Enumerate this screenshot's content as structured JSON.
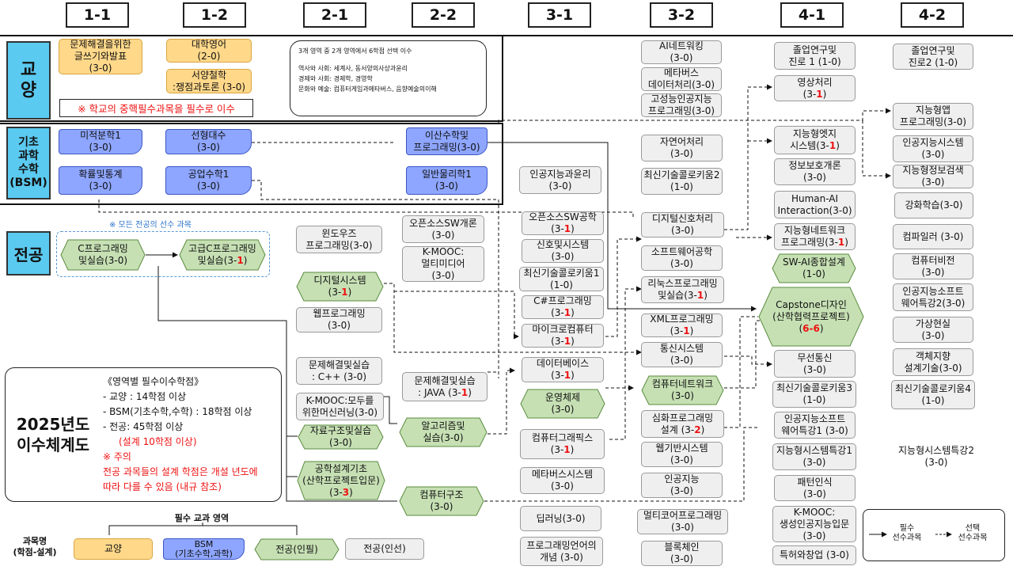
{
  "semesters": [
    "1-1",
    "1-2",
    "2-1",
    "2-2",
    "3-1",
    "3-2",
    "4-1",
    "4-2"
  ],
  "categories": {
    "gyoyang": "교\n양",
    "bsm": "기초\n과학\n수학\n(BSM)",
    "major": "전공"
  },
  "notes": {
    "gen_area_lines": [
      "3개 영역 중 2개 영역에서 6학점 선택 이수",
      "",
      "역사와 사회: 세계사, 동서양의사상과윤리",
      "경제와 사회: 경제학, 경영학",
      "문화와 예술: 컴퓨터게임과메타버스, 음향예술의이해"
    ],
    "required_note": "※ 학교의 중핵필수과목을 필수로 이수",
    "major_prereq": "※ 모든 전공의 선수 과목"
  },
  "req_box": {
    "title": "2025년도\n이수체계도",
    "heading": "《영역별 필수이수학점》",
    "l1": "- 교양 : 14학점 이상",
    "l2": "- BSM(기초수학,수학) : 18학점 이상",
    "l3": "- 전공: 45학점 이상",
    "l4": "(설계 10학점 이상)",
    "l5": "※ 주의",
    "l6": "전공 과목들의 설계 학점은 개설 년도에",
    "l7": "따라 다를 수 있음 (내규 참조)"
  },
  "courses": {
    "c1": "문제해결을위한\n글쓰기와발표\n(3-0)",
    "c2": "대학영어\n(2-0)",
    "c3": "서양철학\n:쟁점과토론 (3-0)",
    "c4": "미적분학1\n(3-0)",
    "c5": "확률및통계\n(3-0)",
    "c6": "선형대수\n(3-0)",
    "c7": "공업수학1\n(3-0)",
    "c8": "이산수학및\n프로그래밍(3-0)",
    "c9": "일반물리학1\n(3-0)",
    "c10": "C프로그래밍\n및실습(3-0)",
    "c11a": "고급C프로그래밍\n및실습(3-",
    "c11r": "1",
    "c11b": ")",
    "c12": "윈도우즈\n프로그래밍(3-0)",
    "c13a": "디지털시스템\n(3-",
    "c13r": "1",
    "c13b": ")",
    "c14": "웹프로그래밍\n(3-0)",
    "c15": "문제해결및실습\n: C++ (3-0)",
    "c16": "K-MOOC:모두를\n위한머신러닝(3-0)",
    "c17": "자료구조및실습\n(3-0)",
    "c18a": "공학설계기초\n(산학프로젝트입문)\n(3-",
    "c18r": "3",
    "c18b": ")",
    "c19": "오픈소스SW개론\n(3-0)",
    "c20": "K-MOOC:\n멀티미디어\n(3-0)",
    "c21a": "문제해결및실습\n: JAVA (3-",
    "c21r": "1",
    "c21b": ")",
    "c22": "알고리즘및\n실습(3-0)",
    "c23": "컴퓨터구조\n(3-0)",
    "c24": "인공지능과윤리\n(3-0)",
    "c25a": "오픈소스SW공학\n(3-",
    "c25r": "1",
    "c25b": ")",
    "c26": "신호및시스템\n(3-0)",
    "c27": "최신기술콜로키움1\n(1-0)",
    "c28a": "C#프로그래밍\n(3-",
    "c28r": "1",
    "c28b": ")",
    "c29a": "마이크로컴퓨터\n(3-",
    "c29r": "1",
    "c29b": ")",
    "c30a": "데이터베이스\n(3-",
    "c30r": "1",
    "c30b": ")",
    "c31": "운영체제\n(3-0)",
    "c32a": "컴퓨터그래픽스\n(3-",
    "c32r": "1",
    "c32b": ")",
    "c33": "메타버스시스템\n(3-0)",
    "c34": "딥러닝(3-0)",
    "c35": "프로그래밍언어의\n개념 (3-0)",
    "c36": "AI네트워킹\n(3-0)",
    "c37": "메타버스\n데이터처리(3-0)",
    "c38": "고성능인공지능\n프로그래밍(3-0)",
    "c39": "자연어처리\n(3-0)",
    "c40": "최신기술콜로키움2\n(1-0)",
    "c41": "디지털신호처리\n(3-0)",
    "c42": "소프트웨어공학\n(3-0)",
    "c43a": "리눅스프로그래밍\n및실습(3-",
    "c43r": "1",
    "c43b": ")",
    "c44a": "XML프로그래밍\n(3-",
    "c44r": "1",
    "c44b": ")",
    "c45": "통신시스템\n(3-0)",
    "c46": "컴퓨터네트워크\n(3-0)",
    "c47a": "심화프로그래밍\n설계 (3-",
    "c47r": "2",
    "c47b": ")",
    "c48": "웹기반시스템\n(3-0)",
    "c49": "인공지능\n(3-0)",
    "c50": "멀티코어프로그래밍\n(3-0)",
    "c51": "블록체인\n(3-0)",
    "c52": "졸업연구및\n진로 1 (1-0)",
    "c53a": "영상처리\n(3-",
    "c53r": "1",
    "c53b": ")",
    "c54a": "지능형엣지\n시스템(3-",
    "c54r": "1",
    "c54b": ")",
    "c55": "정보보호개론\n(3-0)",
    "c56": "Human-AI\nInteraction(3-0)",
    "c57a": "지능형네트워크\n프로그래밍(3-",
    "c57r": "1",
    "c57b": ")",
    "c58": "SW-AI종합설계\n(1-0)",
    "c59a": "Capstone디자인\n(산학협력프로젝트)\n(",
    "c59r": "6-6",
    "c59b": ")",
    "c60": "무선통신\n(3-0)",
    "c61": "최신기술콜로키움3\n(1-0)",
    "c62": "인공지능소프트\n웨어특강1 (3-0)",
    "c63": "지능형시스템특강1\n(3-0)",
    "c64": "패턴인식\n(3-0)",
    "c65": "K-MOOC:\n생성인공지능입문\n(3-0)",
    "c66": "특허와창업 (3-0)",
    "c67": "졸업연구및\n진로2 (1-0)",
    "c68": "지능형앱\n프로그래밍(3-0)",
    "c69": "인공지능시스템\n(3-0)",
    "c70": "지능형정보검색\n(3-0)",
    "c71": "강화학습(3-0)",
    "c72": "컴파일러 (3-0)",
    "c73": "컴퓨터비전\n(3-0)",
    "c74": "인공지능소프트\n웨어특강2(3-0)",
    "c75": "가상현실\n(3-0)",
    "c76": "객체지향\n설계기술(3-0)",
    "c77": "최신기술콜로키움4\n(1-0)",
    "c78": "지능형시스템특강2\n(3-0)"
  },
  "legend": {
    "label": "과목명\n(학점-설계)",
    "area_title": "필수 교과 영역",
    "gyoyang": "교양",
    "bsm": "BSM\n(기초수학,과학)",
    "major_req": "전공(인필)",
    "major_elec": "전공(인선)",
    "solid": "필수\n선수과목",
    "dashed": "선택\n선수과목"
  },
  "colors": {
    "gyoyang": "#ffd88a",
    "bsm": "#8ea6ff",
    "major_req": "#c6e0b4",
    "elective": "#efefef",
    "category": "#5bcaf0",
    "design": "#e11111"
  }
}
